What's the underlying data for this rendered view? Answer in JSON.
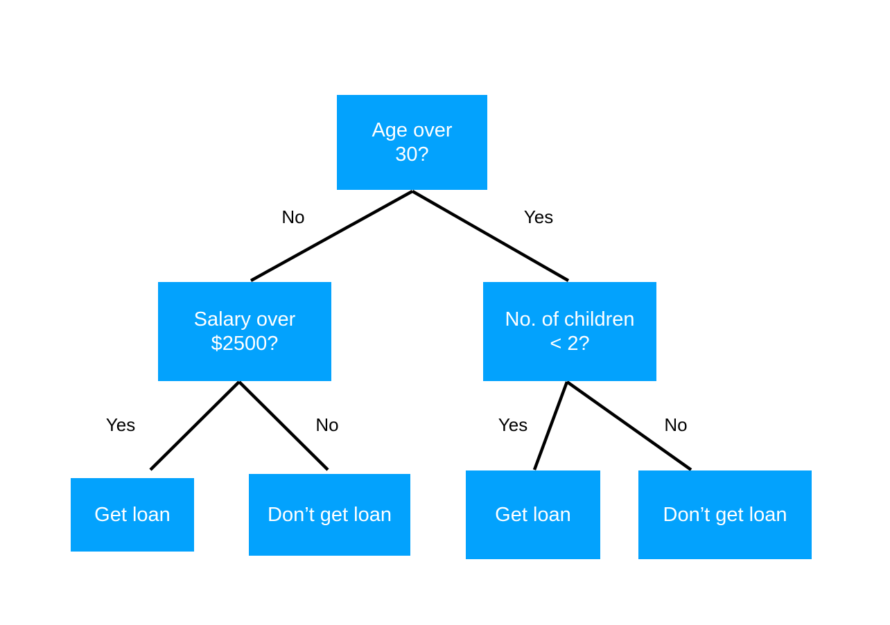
{
  "diagram": {
    "colors": {
      "node_fill": "#03a2fd",
      "node_text": "#ffffff",
      "edge": "#000000",
      "edge_label_text": "#000000"
    },
    "nodes": {
      "root": {
        "line1": "Age over",
        "line2": "30?"
      },
      "left": {
        "line1": "Salary over",
        "line2": "$2500?"
      },
      "right": {
        "line1": "No. of children",
        "line2": "< 2?"
      },
      "left_yes_leaf": {
        "label": "Get loan"
      },
      "left_no_leaf": {
        "label": "Don’t get loan"
      },
      "right_yes_leaf": {
        "label": "Get loan"
      },
      "right_no_leaf": {
        "label": "Don’t get loan"
      }
    },
    "edges": {
      "root_no": "No",
      "root_yes": "Yes",
      "left_yes": "Yes",
      "left_no": "No",
      "right_yes": "Yes",
      "right_no": "No"
    }
  }
}
